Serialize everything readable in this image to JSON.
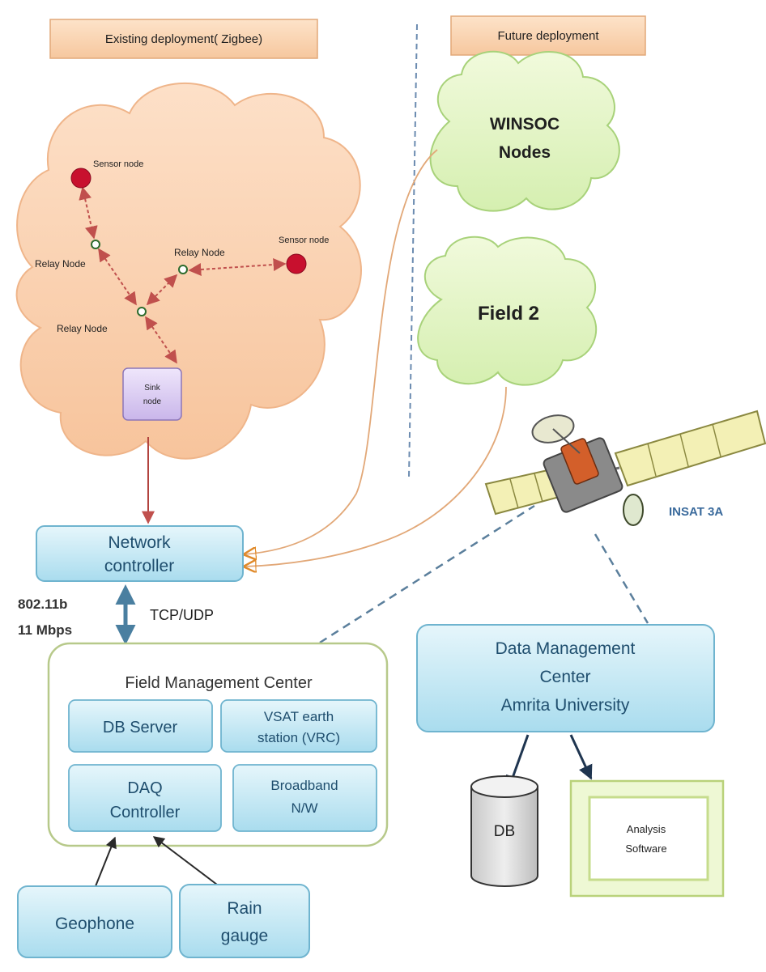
{
  "headers": {
    "existing": "Existing deployment( Zigbee)",
    "future": "Future deployment"
  },
  "cloud_existing": {
    "sensor_node_1": "Sensor node",
    "sensor_node_2": "Sensor node",
    "relay_node_top": "Relay Node",
    "relay_node_left": "Relay Node",
    "relay_node_bottom": "Relay Node",
    "sink_node_line1": "Sink",
    "sink_node_line2": "node"
  },
  "future_clouds": {
    "winsoc_line1": "WINSOC",
    "winsoc_line2": "Nodes",
    "field2": "Field 2"
  },
  "satellite": {
    "label": "INSAT 3A"
  },
  "network_controller": {
    "line1": "Network",
    "line2": "controller"
  },
  "link": {
    "std": "802.11b",
    "rate": "11 Mbps",
    "protocol": "TCP/UDP"
  },
  "fmc": {
    "title": "Field Management Center",
    "db_server": "DB Server",
    "vsat_line1": "VSAT earth",
    "vsat_line2": "station (VRC)",
    "daq_line1": "DAQ",
    "daq_line2": "Controller",
    "broadband_line1": "Broadband",
    "broadband_line2": "N/W"
  },
  "sensors": {
    "geophone": "Geophone",
    "rain_line1": "Rain",
    "rain_line2": "gauge"
  },
  "dmc": {
    "line1": "Data Management",
    "line2": "Center",
    "line3": "Amrita University"
  },
  "db": "DB",
  "analysis": {
    "line1": "Analysis",
    "line2": "Software"
  }
}
